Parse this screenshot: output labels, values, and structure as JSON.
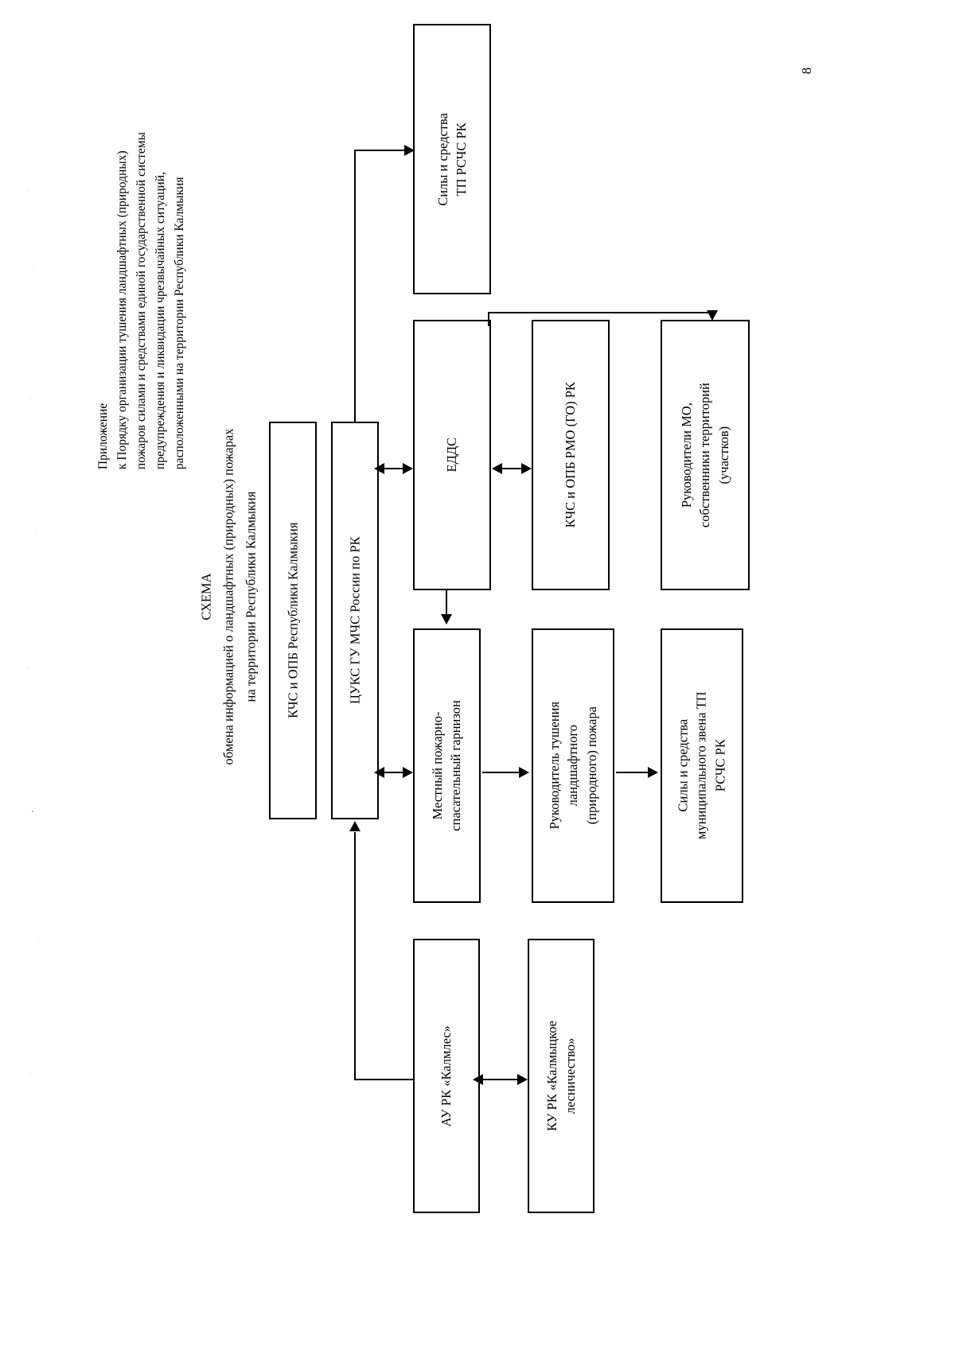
{
  "document": {
    "page_number": "8",
    "appendix_label": "Приложение",
    "appendix_lines": [
      "к Порядку организации тушения ландшафтных (природных)",
      "пожаров силами и средствами единой государственной системы",
      "предупреждения и ликвидации чрезвычайных ситуаций,",
      "расположенными на территории Республики Калмыкия"
    ],
    "scheme_label": "СХЕМА",
    "scheme_lines": [
      "обмена информацией о ландшафтных (природных) пожарах",
      "на территории Республики Калмыкия"
    ]
  },
  "diagram": {
    "type": "flowchart",
    "orientation": "rotated-90-landscape",
    "nodes": [
      {
        "id": "kchs_rk",
        "label": "КЧС и ОПБ Республики Калмыкия"
      },
      {
        "id": "cuks",
        "label": "ЦУКС ГУ МЧС России по РК"
      },
      {
        "id": "sily_tp",
        "label": "Силы и средства\nТП РСЧС РК"
      },
      {
        "id": "edds",
        "label": "ЕДДС"
      },
      {
        "id": "kchs_rmo",
        "label": "КЧС и ОПБ РМО (ГО) РК"
      },
      {
        "id": "ruk_mo",
        "label": "Руководители МО,\nсобственники территорий\n(участков)"
      },
      {
        "id": "garnizon",
        "label": "Местный пожарно-\nспасательный гарнизон"
      },
      {
        "id": "ruk_tushenia",
        "label": "Руководитель тушения\nландшафтного\n(природного) пожара"
      },
      {
        "id": "sily_mun",
        "label": "Силы и средства\nмуниципального звена ТП\nРСЧС РК"
      },
      {
        "id": "kalmles",
        "label": "АУ РК «Калмлес»"
      },
      {
        "id": "lesnichestvo",
        "label": "КУ РК «Калмыцкое\nлесничество»"
      }
    ],
    "edges": [
      {
        "from": "cuks",
        "to": "sily_tp",
        "kind": "single"
      },
      {
        "from": "cuks",
        "to": "edds",
        "kind": "double"
      },
      {
        "from": "cuks",
        "to": "garnizon",
        "kind": "double"
      },
      {
        "from": "edds",
        "to": "kchs_rmo",
        "kind": "double"
      },
      {
        "from": "edds",
        "to": "ruk_mo",
        "kind": "single"
      },
      {
        "from": "edds",
        "to": "garnizon",
        "kind": "single"
      },
      {
        "from": "garnizon",
        "to": "ruk_tushenia",
        "kind": "single"
      },
      {
        "from": "ruk_tushenia",
        "to": "sily_mun",
        "kind": "single"
      },
      {
        "from": "kalmles",
        "to": "cuks",
        "kind": "single"
      },
      {
        "from": "kalmles",
        "to": "lesnichestvo",
        "kind": "double"
      }
    ]
  }
}
